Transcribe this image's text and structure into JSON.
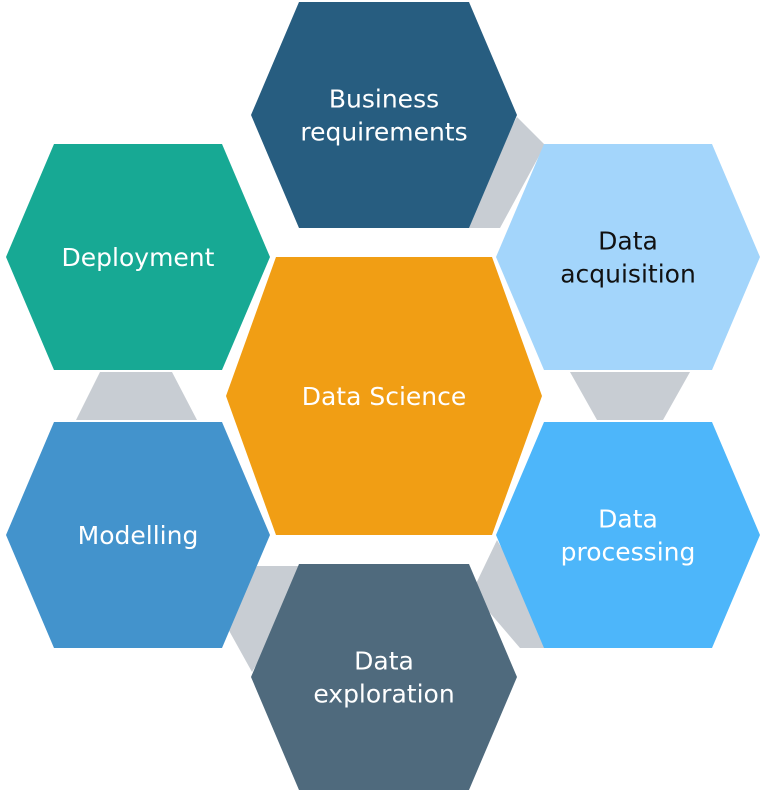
{
  "center": {
    "label": "Data Science",
    "color": "#F19E14",
    "text_color": "#FFFFFF"
  },
  "steps": [
    {
      "lines": [
        "Business",
        "requirements"
      ],
      "color": "#275D80",
      "text_color": "#FFFFFF"
    },
    {
      "lines": [
        "Data",
        "acquisition"
      ],
      "color": "#A3D5FB",
      "text_color": "#111111"
    },
    {
      "lines": [
        "Data",
        "processing"
      ],
      "color": "#4DB6FA",
      "text_color": "#FFFFFF"
    },
    {
      "lines": [
        "Data",
        "exploration"
      ],
      "color": "#4F6A7D",
      "text_color": "#FFFFFF"
    },
    {
      "lines": [
        "Modelling"
      ],
      "color": "#4393CC",
      "text_color": "#FFFFFF"
    },
    {
      "lines": [
        "Deployment"
      ],
      "color": "#17A994",
      "text_color": "#FFFFFF"
    }
  ],
  "connector_color": "#C8CDD3"
}
